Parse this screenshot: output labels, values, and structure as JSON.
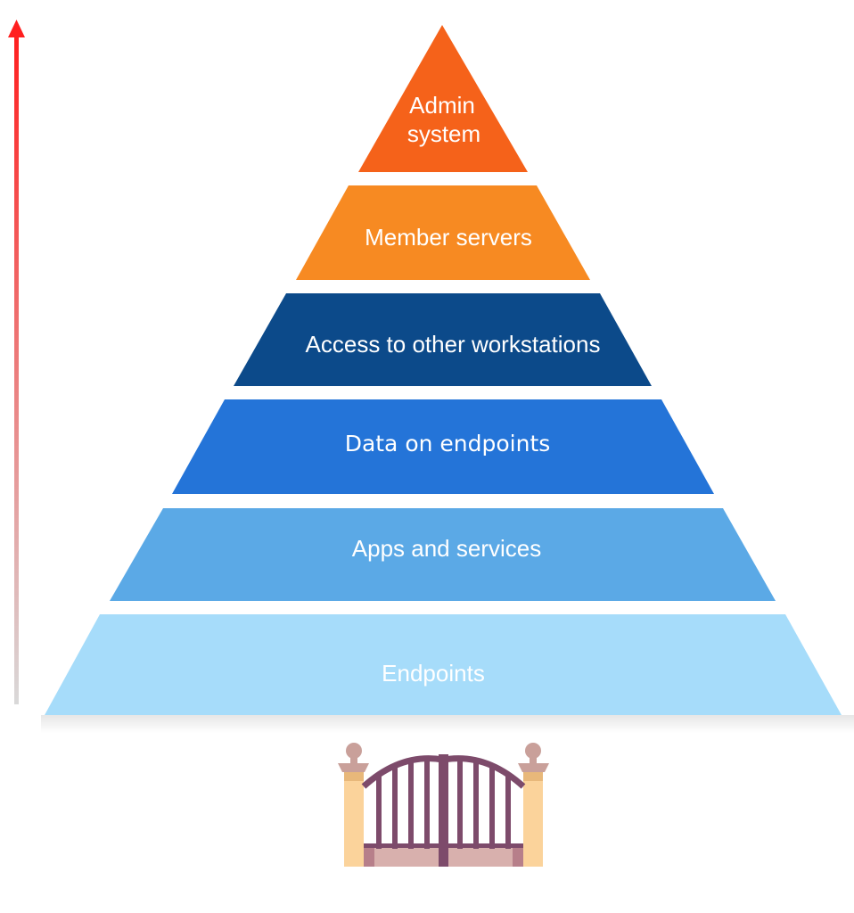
{
  "colors": {
    "arrow_top": "#ff1f1f",
    "arrow_bottom": "#d9d9d9",
    "admin_system": "#f5621a",
    "member_servers": "#f78a22",
    "access_workstations": "#0c4a8a",
    "data_on_endpoints": "#2474d8",
    "apps_and_services": "#5ba9e6",
    "endpoints": "#a6dcfa",
    "label_text": "#ffffff",
    "gate_post": "#fbd39b",
    "gate_post_cap": "#c9a09a",
    "gate_bars": "#7d4b6b",
    "gate_base": "#d8b0ad"
  },
  "tiers": [
    {
      "id": "admin_system",
      "label_lines": [
        "Admin",
        "system"
      ]
    },
    {
      "id": "member_servers",
      "label_lines": [
        "Member servers"
      ]
    },
    {
      "id": "access_workstations",
      "label_lines": [
        "Access to other workstations"
      ]
    },
    {
      "id": "data_on_endpoints",
      "label_lines": [
        "Data on endpoints"
      ]
    },
    {
      "id": "apps_and_services",
      "label_lines": [
        "Apps and services"
      ]
    },
    {
      "id": "endpoints",
      "label_lines": [
        "Endpoints"
      ]
    }
  ],
  "icons": {
    "arrow": "up-arrow-icon",
    "gate": "gate-icon"
  }
}
